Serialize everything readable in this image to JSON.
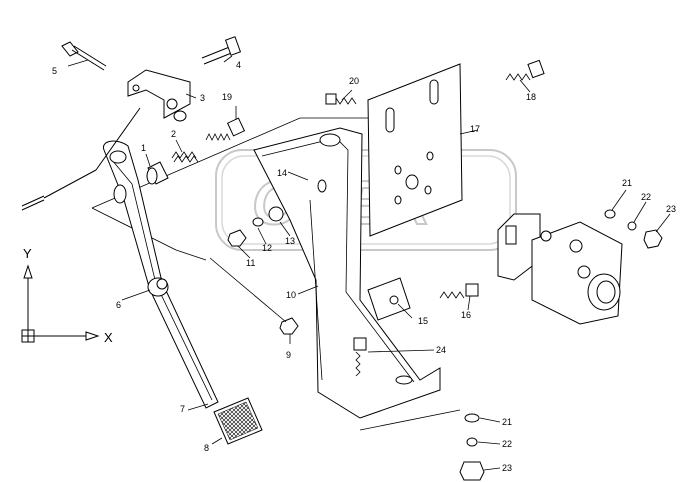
{
  "watermark": "OPEX",
  "axes": {
    "y_label": "Y",
    "x_label": "X"
  },
  "callouts": [
    {
      "id": "c1",
      "label": "1"
    },
    {
      "id": "c2",
      "label": "2"
    },
    {
      "id": "c3",
      "label": "3"
    },
    {
      "id": "c4",
      "label": "4"
    },
    {
      "id": "c5",
      "label": "5"
    },
    {
      "id": "c6",
      "label": "6"
    },
    {
      "id": "c7",
      "label": "7"
    },
    {
      "id": "c8",
      "label": "8"
    },
    {
      "id": "c9",
      "label": "9"
    },
    {
      "id": "c10",
      "label": "10"
    },
    {
      "id": "c11",
      "label": "11"
    },
    {
      "id": "c12",
      "label": "12"
    },
    {
      "id": "c13",
      "label": "13"
    },
    {
      "id": "c14",
      "label": "14"
    },
    {
      "id": "c15",
      "label": "15"
    },
    {
      "id": "c16",
      "label": "16"
    },
    {
      "id": "c17",
      "label": "17"
    },
    {
      "id": "c18",
      "label": "18"
    },
    {
      "id": "c19",
      "label": "19"
    },
    {
      "id": "c20",
      "label": "20"
    },
    {
      "id": "c21a",
      "label": "21"
    },
    {
      "id": "c22a",
      "label": "22"
    },
    {
      "id": "c23a",
      "label": "23"
    },
    {
      "id": "c24",
      "label": "24"
    },
    {
      "id": "c21b",
      "label": "21"
    },
    {
      "id": "c22b",
      "label": "22"
    },
    {
      "id": "c23b",
      "label": "23"
    }
  ]
}
